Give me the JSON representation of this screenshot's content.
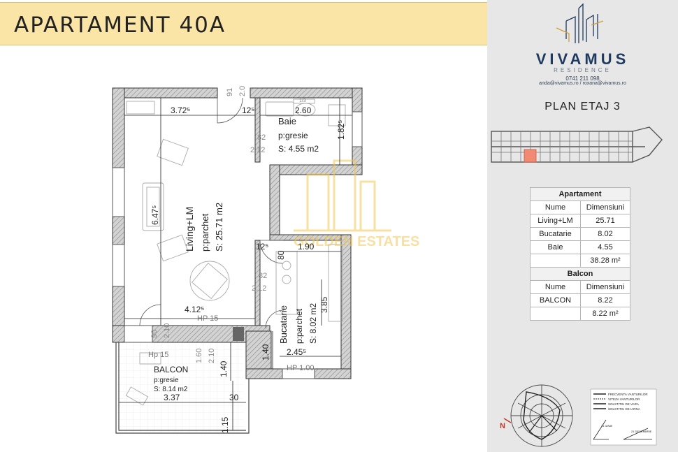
{
  "header": {
    "title": "APARTAMENT 40A"
  },
  "brand": {
    "name": "VIVAMUS",
    "subtitle": "RESIDENCE",
    "phone": "0741 211 098",
    "emails": "anda@vivamus.ro / roxana@vivamus.ro",
    "logo_icon": "building-lines-logo-icon"
  },
  "floor": {
    "label": "PLAN ETAJ 3",
    "highlight_color": "#f08a72"
  },
  "watermark": {
    "text": "GOLDEN ESTATES",
    "color": "#f0c75a"
  },
  "plan": {
    "dims": {
      "d372": "3.72⁵",
      "d125a": "12⁵",
      "d260": "2.60",
      "d182": "1.82⁵",
      "d82a": "82",
      "d212a": "2.12",
      "d647": "6.47⁵",
      "d125b": "12⁵",
      "d190": "1.90",
      "d80": "80",
      "d82b": "82",
      "d212b": "2.12",
      "d412": "4.12⁵",
      "d385": "3.85",
      "d140a": "1.40",
      "d245": "2.45⁵",
      "d90": "90",
      "d210a": "2.10",
      "d160": "1.60",
      "d210b": "2.10",
      "d140b": "1.40",
      "d337": "3.37",
      "d30": "30",
      "d115": "1.15",
      "d91": "91",
      "d20": "2.0",
      "d13": "1/3"
    },
    "rooms": {
      "baie_name": "Baie",
      "baie_floor": "p:gresie",
      "baie_area": "S: 4.55 m2",
      "living_name": "Living+LM",
      "living_floor": "p:parchet",
      "living_area": "S: 25.71 m2",
      "buc_name": "Bucatarie",
      "buc_floor": "p:parchet",
      "buc_area": "S: 8.02 m2",
      "balcon_name": "BALCON",
      "balcon_floor": "p:gresie",
      "balcon_area": "S: 8.14 m2"
    },
    "heights": {
      "hp_living": "HP 15",
      "hp_balcon": "Hp 15",
      "hp_buc": "HP 1.00"
    }
  },
  "summary": {
    "apartment_header": "Apartament",
    "col_name": "Nume",
    "col_dim": "Dimensiuni",
    "rows": [
      {
        "name": "Living+LM",
        "value": "25.71"
      },
      {
        "name": "Bucatarie",
        "value": "8.02"
      },
      {
        "name": "Baie",
        "value": "4.55"
      }
    ],
    "total": "38.28 m²",
    "balcony_header": "Balcon",
    "balcony_rows": [
      {
        "name": "BALCON",
        "value": "8.22"
      }
    ],
    "balcony_total": "8.22 m²"
  },
  "legend": {
    "items": [
      "FRECVENTA VANTURILOR",
      "VITEZA VANTURILOR",
      "SOLSTITIU DE VARA",
      "SOLSTITIU DE IARNA"
    ],
    "sun_labels": [
      "21 IUNIE",
      "21 DECEMBRIE"
    ]
  },
  "compass": {
    "north": "N"
  }
}
